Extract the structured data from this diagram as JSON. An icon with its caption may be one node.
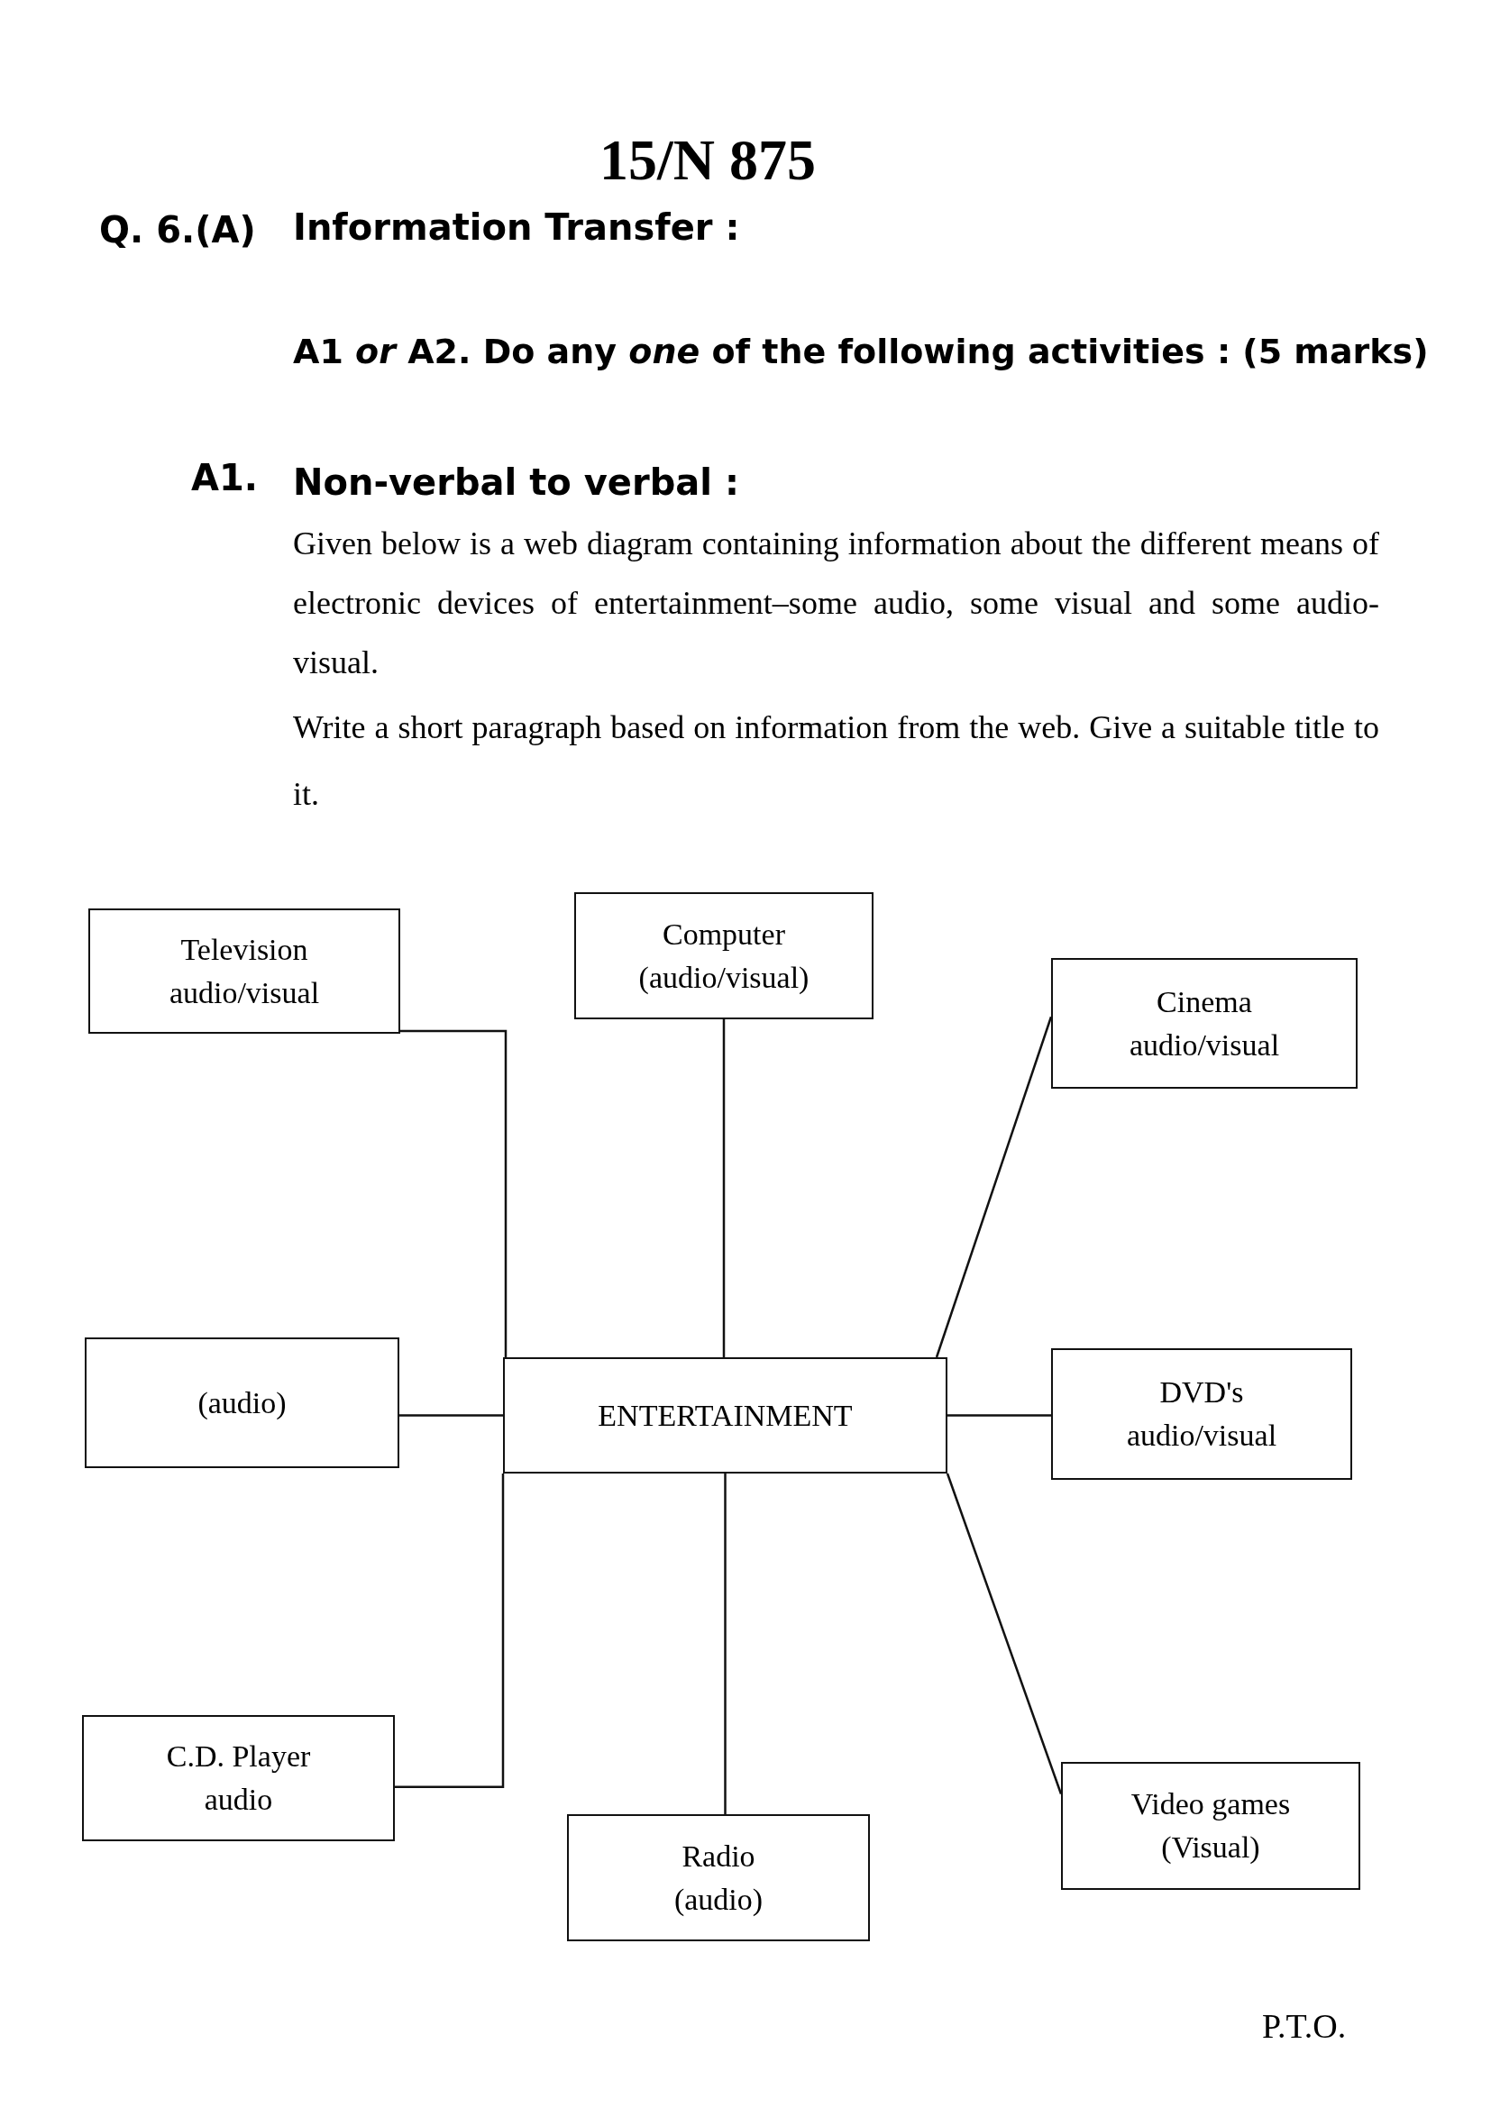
{
  "diagram": {
    "title": "15/N 875",
    "nodes": [
      {
        "text": [
          "Television",
          "audio/visual"
        ]
      },
      {
        "text": [
          "Computer",
          "(audio/visual)"
        ]
      },
      {
        "text": [
          "Cinema",
          "audio/visual"
        ]
      },
      {
        "text": [
          "(audio)"
        ]
      },
      {
        "text": [
          "ENTERTAINMENT"
        ]
      },
      {
        "text": [
          "DVD's",
          "audio/visual"
        ]
      },
      {
        "text": [
          "C.D. Player",
          "audio"
        ]
      },
      {
        "text": [
          "Radio",
          "(audio)"
        ]
      },
      {
        "text": [
          "Video games",
          "(Visual)"
        ]
      }
    ],
    "edges": [
      {
        "from": 4,
        "to": 0,
        "arrow": "none"
      },
      {
        "from": 4,
        "to": 1,
        "arrow": "none"
      },
      {
        "from": 4,
        "to": 2,
        "arrow": "none"
      },
      {
        "from": 4,
        "to": 3,
        "arrow": "none"
      },
      {
        "from": 4,
        "to": 5,
        "arrow": "none"
      },
      {
        "from": 4,
        "to": 6,
        "arrow": "none"
      },
      {
        "from": 4,
        "to": 7,
        "arrow": "none"
      },
      {
        "from": 4,
        "to": 8,
        "arrow": "none"
      }
    ],
    "labels": [
      "Q. 6.(A)",
      "Information Transfer :",
      "A1 *or* A2. Do any *one* of the following activities : (5 marks)",
      "A1.",
      "Non-verbal to verbal :",
      "Given below is a web diagram containing information about the different means of electronic devices of entertainment–some audio, some visual and some audio-visual.",
      "Write a short paragraph based on information from the web. Give a suitable title to it.",
      "P.T.O."
    ]
  }
}
